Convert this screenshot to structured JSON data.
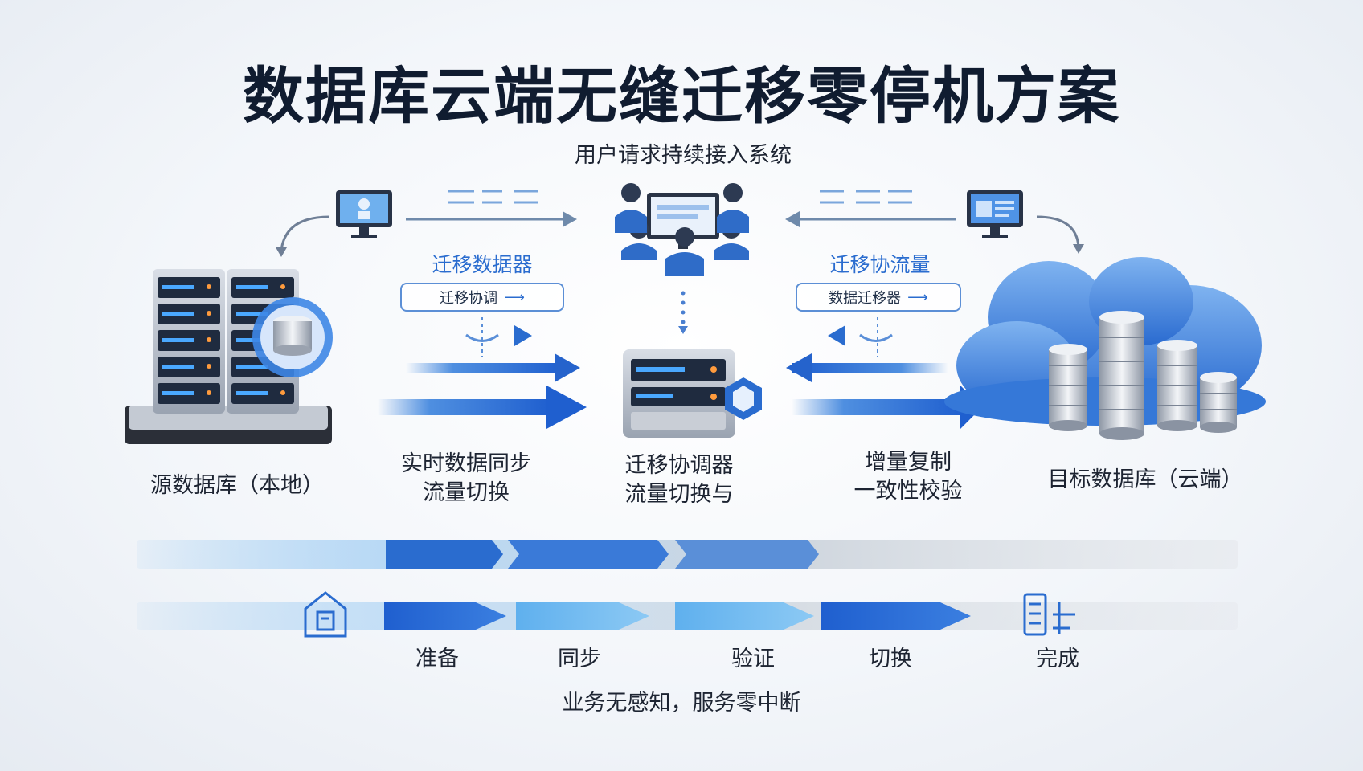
{
  "title": "数据库云端无缝迁移零停机方案",
  "users_label": "用户请求持续接入系统",
  "left_panel": {
    "label": "迁移数据器",
    "pill": "迁移协调"
  },
  "right_panel": {
    "label": "迁移协流量",
    "pill": "数据迁移器"
  },
  "source": {
    "label": "源数据库（本地）"
  },
  "sync": {
    "line1": "实时数据同步",
    "line2": "流量切换"
  },
  "coordinator": {
    "line1": "迁移协调器",
    "line2": "流量切换与"
  },
  "replicate": {
    "line1": "增量复制",
    "line2": "一致性校验"
  },
  "target": {
    "label": "目标数据库（云端）"
  },
  "timeline": {
    "steps": [
      "准备",
      "同步",
      "验证",
      "切换",
      "完成"
    ],
    "icons": [
      "building-icon",
      "server-check-icon"
    ]
  },
  "footer": "业务无感知，服务零中断",
  "colors": {
    "accent": "#2a6ccf",
    "light": "#8cc3f0",
    "dark": "#1e5cc4"
  }
}
